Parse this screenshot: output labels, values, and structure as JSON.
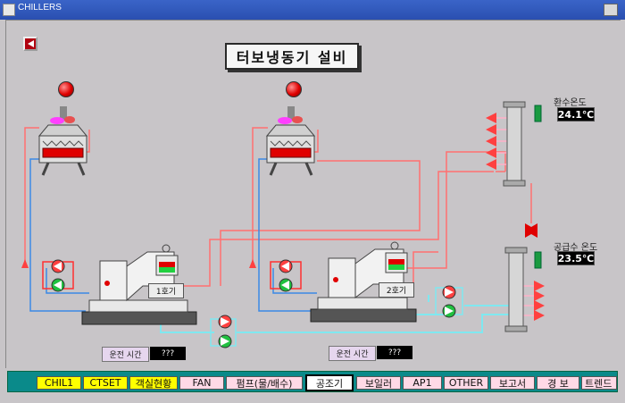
{
  "window": {
    "title": "CHILLERS"
  },
  "page_title": "터보냉동기 설비",
  "units": [
    {
      "label": "1호기",
      "run_time_label": "운전 시간",
      "run_time_value": "???"
    },
    {
      "label": "2호기",
      "run_time_label": "운전 시간",
      "run_time_value": "???"
    }
  ],
  "return_temp": {
    "label": "환수온도",
    "value": "24.1℃"
  },
  "supply_temp": {
    "label": "공급수 온도",
    "value": "23.5℃"
  },
  "nav": [
    {
      "label": "CHIL1",
      "style": "yellow"
    },
    {
      "label": "CTSET",
      "style": "yellow"
    },
    {
      "label": "객실현황",
      "style": "yellow"
    },
    {
      "label": "FAN",
      "style": "pink"
    },
    {
      "label": "펌프(물/배수)",
      "style": "pink"
    },
    {
      "label": "공조기",
      "style": "sel"
    },
    {
      "label": "보일러",
      "style": "pink"
    },
    {
      "label": "AP1",
      "style": "pink"
    },
    {
      "label": "OTHER",
      "style": "pink"
    },
    {
      "label": "보고서",
      "style": "pink"
    },
    {
      "label": "경 보",
      "style": "pink"
    },
    {
      "label": "트렌드",
      "style": "pink"
    }
  ],
  "colors": {
    "hot_pipe": "#ff7070",
    "cold_pipe": "#3a8ae6",
    "supply_pipe": "#7fe8f0",
    "alarm_red": "#e00000"
  },
  "icons": {
    "back": "left-arrow-icon",
    "lamp": "alarm-lamp-icon",
    "pump": "pump-icon",
    "valve": "valve-icon",
    "sensor": "temp-sensor-icon"
  }
}
